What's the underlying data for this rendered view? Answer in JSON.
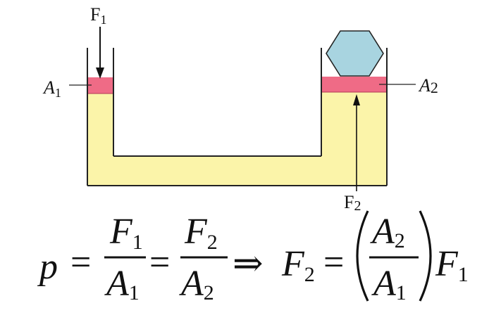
{
  "diagram": {
    "labels": {
      "f1": "F",
      "f1_sub": "1",
      "a1": "A",
      "a1_sub": "1",
      "a2": "A",
      "a2_sub": "2",
      "f2": "F",
      "f2_sub": "2"
    },
    "colors": {
      "fluid": "#fbf4a9",
      "piston": "#ef6b86",
      "weight": "#a8d4e0",
      "outline": "#222222"
    }
  },
  "equation": {
    "p": "p",
    "eq1": "=",
    "frac1_num": "F",
    "frac1_num_sub": "1",
    "frac1_den": "A",
    "frac1_den_sub": "1",
    "eq2": "=",
    "frac2_num": "F",
    "frac2_num_sub": "2",
    "frac2_den": "A",
    "frac2_den_sub": "2",
    "implies": "⇒",
    "lhs": "F",
    "lhs_sub": "2",
    "eq3": "=",
    "frac3_num": "A",
    "frac3_num_sub": "2",
    "frac3_den": "A",
    "frac3_den_sub": "1",
    "rhs": "F",
    "rhs_sub": "1"
  }
}
